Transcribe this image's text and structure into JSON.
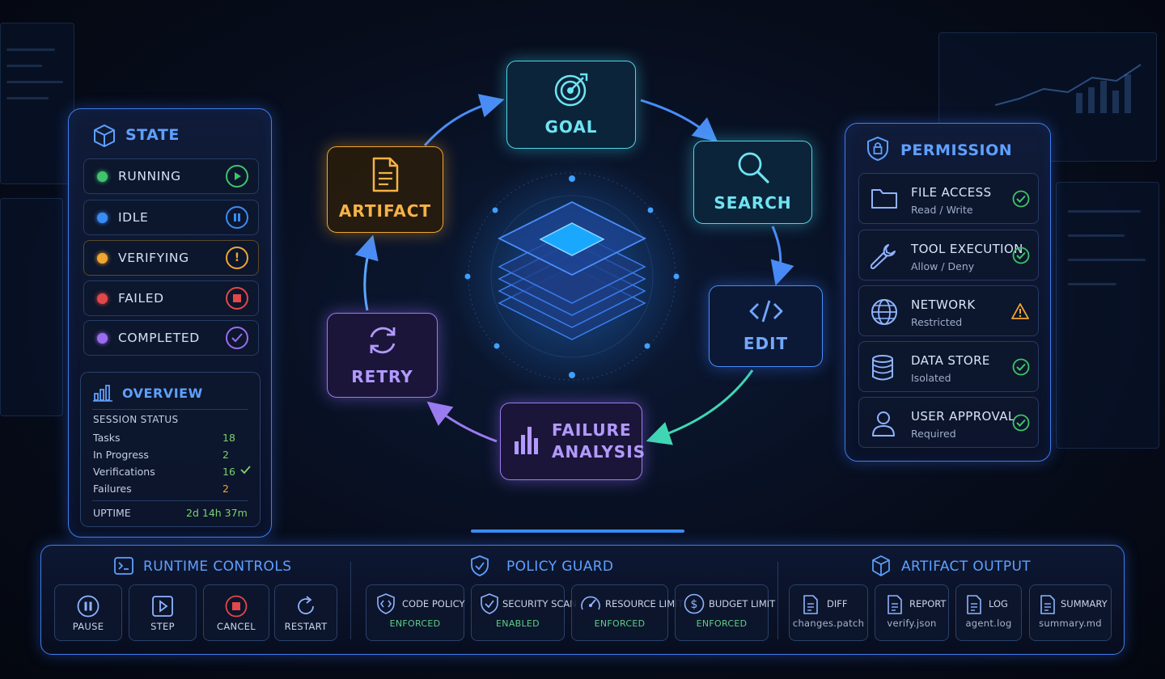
{
  "state_panel": {
    "title": "STATE",
    "items": [
      {
        "label": "RUNNING",
        "color": "#3fc46a",
        "action": "play"
      },
      {
        "label": "IDLE",
        "color": "#3a8cf5",
        "action": "pause"
      },
      {
        "label": "VERIFYING",
        "color": "#f0a632",
        "action": "alert"
      },
      {
        "label": "FAILED",
        "color": "#e24848",
        "action": "stop"
      },
      {
        "label": "COMPLETED",
        "color": "#9b6cf0",
        "action": "check"
      }
    ]
  },
  "overview": {
    "title": "OVERVIEW",
    "session_status": "SESSION STATUS",
    "rows": [
      {
        "label": "Tasks",
        "value": "18"
      },
      {
        "label": "In Progress",
        "value": "2"
      },
      {
        "label": "Verifications",
        "value": "16"
      },
      {
        "label": "Failures",
        "value": "2"
      }
    ],
    "uptime_label": "UPTIME",
    "uptime_value": "2d 14h 37m"
  },
  "cycle": {
    "goal": "GOAL",
    "search": "SEARCH",
    "edit": "EDIT",
    "failure_analysis": "FAILURE ANALYSIS",
    "retry": "RETRY",
    "artifact": "ARTIFACT"
  },
  "permission_panel": {
    "title": "PERMISSION",
    "items": [
      {
        "title": "FILE ACCESS",
        "subtitle": "Read / Write",
        "status": "ok"
      },
      {
        "title": "TOOL EXECUTION",
        "subtitle": "Allow / Deny",
        "status": "ok"
      },
      {
        "title": "NETWORK",
        "subtitle": "Restricted",
        "status": "warning"
      },
      {
        "title": "DATA STORE",
        "subtitle": "Isolated",
        "status": "ok"
      },
      {
        "title": "USER APPROVAL",
        "subtitle": "Required",
        "status": "ok"
      }
    ]
  },
  "runtime_controls": {
    "title": "RUNTIME CONTROLS",
    "buttons": [
      {
        "label": "PAUSE",
        "icon": "pause-icon"
      },
      {
        "label": "STEP",
        "icon": "step-icon"
      },
      {
        "label": "CANCEL",
        "icon": "cancel-icon"
      },
      {
        "label": "RESTART",
        "icon": "restart-icon"
      }
    ]
  },
  "policy_guard": {
    "title": "POLICY GUARD",
    "items": [
      {
        "label": "CODE POLICY",
        "status": "ENFORCED"
      },
      {
        "label": "SECURITY SCAN",
        "status": "ENABLED"
      },
      {
        "label": "RESOURCE LIMIT",
        "status": "ENFORCED"
      },
      {
        "label": "BUDGET LIMIT",
        "status": "ENFORCED"
      }
    ]
  },
  "artifact_output": {
    "title": "ARTIFACT OUTPUT",
    "items": [
      {
        "label": "DIFF",
        "file": "changes.patch"
      },
      {
        "label": "REPORT",
        "file": "verify.json"
      },
      {
        "label": "LOG",
        "file": "agent.log"
      },
      {
        "label": "SUMMARY",
        "file": "summary.md"
      }
    ]
  },
  "colors": {
    "accent_blue": "#3f7cf0",
    "ok_green": "#3fc46a",
    "warning_orange": "#f0a632",
    "cyan": "#4fd4e8",
    "purple": "#9b7bf0"
  }
}
